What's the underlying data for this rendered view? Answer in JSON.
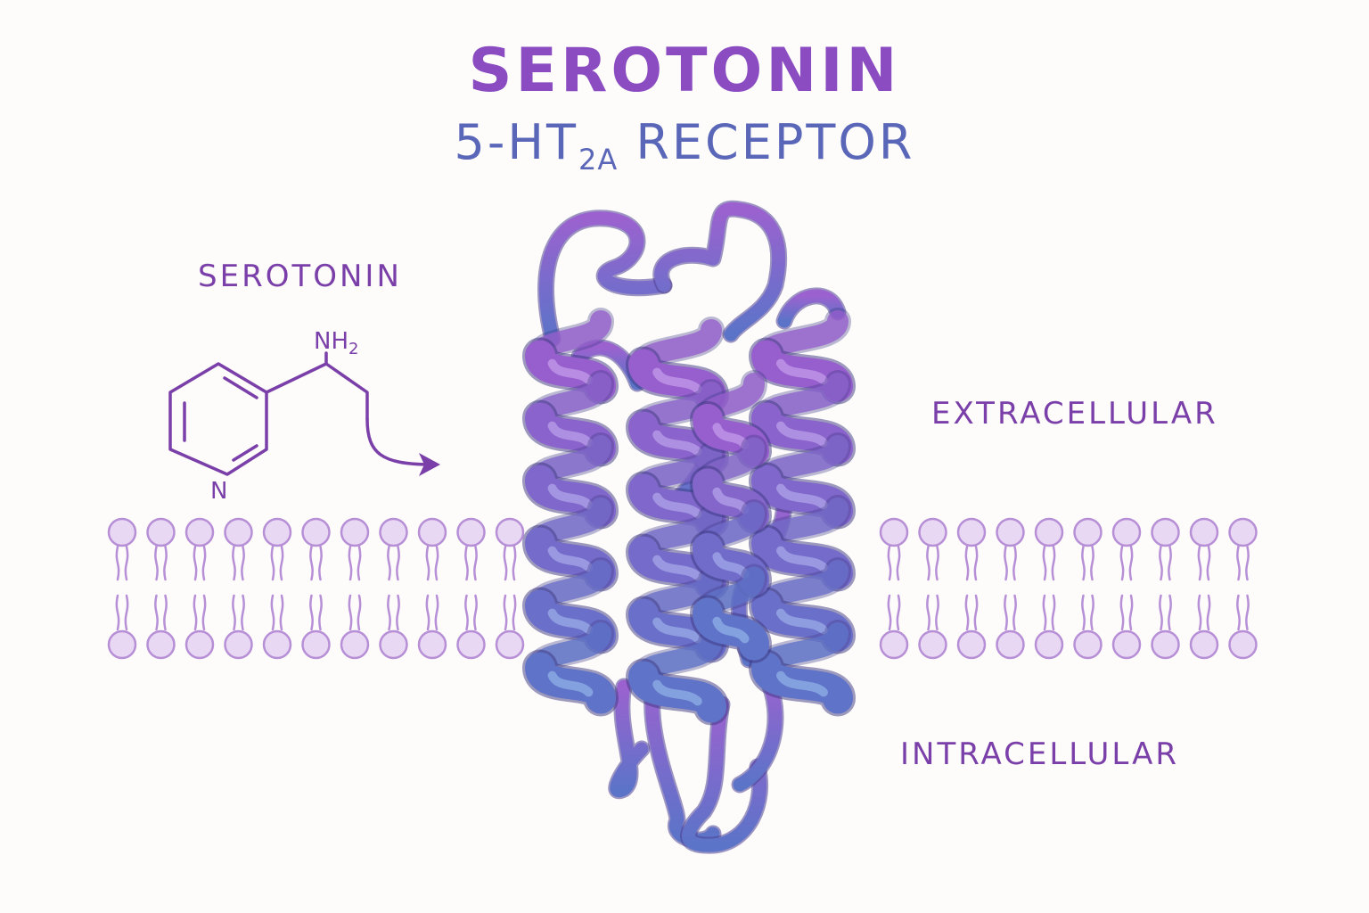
{
  "title": {
    "main": "SEROTONIN",
    "sub_prefix": "5-HT",
    "sub_subscript": "2A",
    "sub_suffix": " RECEPTOR"
  },
  "molecule": {
    "name": "SEROTONIN",
    "amine_label": "NH",
    "amine_subscript": "2",
    "ring_atom_label": "N"
  },
  "regions": {
    "extracellular": "EXTRACELLULAR",
    "intracellular": "INTRACELLULAR"
  },
  "colors": {
    "title_main": "#8a4cc0",
    "title_sub": "#5a67b8",
    "label": "#7a3fa8",
    "membrane_fill": "#e9d8f4",
    "membrane_stroke": "#b78fd6",
    "helix_top": "#9a63cf",
    "helix_bottom": "#5a72c4"
  },
  "icons": {
    "ligand_arrow": "arrow-right-icon",
    "receptor": "protein-helix-icon"
  }
}
